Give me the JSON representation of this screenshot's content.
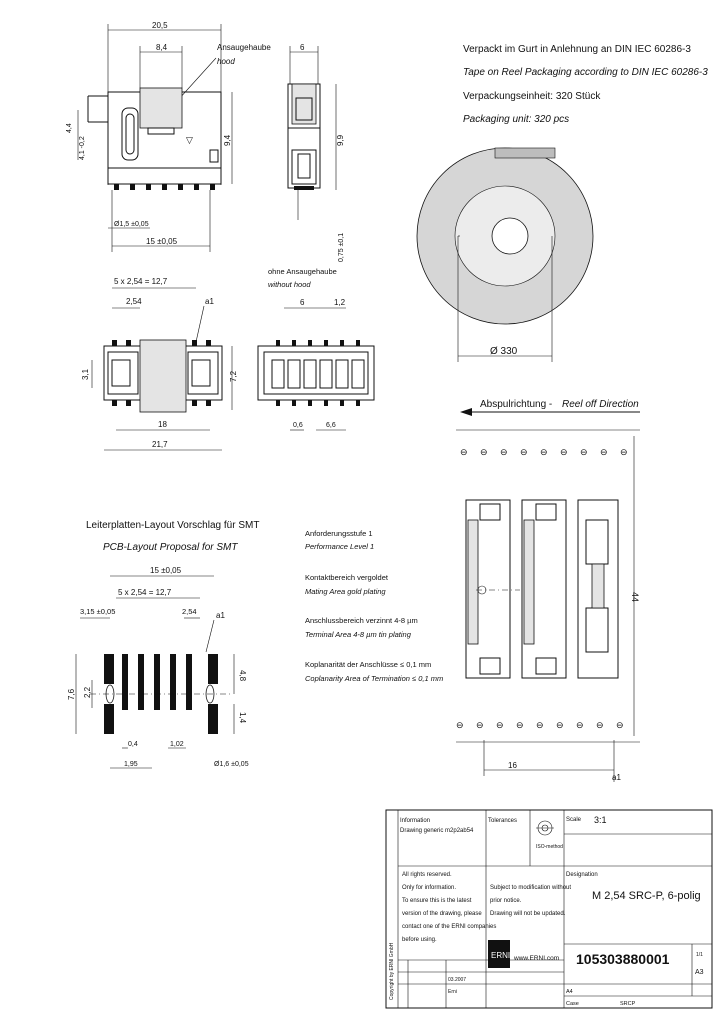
{
  "top_view": {
    "dims": {
      "w205": "20,5",
      "w84": "8,4",
      "h44": "4,4",
      "h41": "4,1 -0,2",
      "h94": "9,4",
      "d15": "Ø1,5 ±0,05",
      "w15": "15 ±0,05"
    },
    "hood_label_de": "Ansaugehaube",
    "hood_label_en": "hood"
  },
  "side_view": {
    "dims": {
      "w6": "6",
      "h99": "9,9",
      "d075": "0,75 ±0,1"
    }
  },
  "packaging": {
    "line1": "Verpackt im Gurt in Anlehnung an DIN IEC 60286-3",
    "line2": "Tape on Reel Packaging according to DIN IEC 60286-3",
    "line3": "Verpackungseinheit:  320 Stück",
    "line4": "Packaging unit:  320 pcs",
    "reel_dia": "Ø 330"
  },
  "front_view": {
    "dims": {
      "pitch": "5 x 2,54 = 12,7",
      "p254": "2,54",
      "a1": "a1",
      "h31": "3,1",
      "h72": "7,2",
      "w18": "18",
      "w217": "21,7"
    }
  },
  "nohood_view": {
    "label_de": "ohne Ansaugehaube",
    "label_en": "without hood",
    "dims": {
      "w6": "6",
      "w12": "1,2",
      "w06": "0,6",
      "w66": "6,6"
    }
  },
  "reel_direction": {
    "de": "Abspulrichtung -",
    "en": "Reel off Direction"
  },
  "tape": {
    "dims": {
      "h44": "44",
      "w16": "16",
      "a1": "a1"
    }
  },
  "pcb": {
    "title_de": "Leiterplatten-Layout Vorschlag für SMT",
    "title_en": "PCB-Layout Proposal for SMT",
    "dims": {
      "w15": "15 ±0,05",
      "pitch": "5 x 2,54 = 12,7",
      "w315": "3,15 ±0,05",
      "w254": "2,54",
      "a1": "a1",
      "h76": "7,6",
      "h22": "2,2",
      "h48": "4,8",
      "h14": "1,4",
      "w04": "0,4",
      "w102": "1,02",
      "w195": "1,95",
      "d16": "Ø1,6 ±0,05"
    }
  },
  "notes": [
    {
      "de": "Anforderungsstufe 1",
      "en": "Performance Level 1"
    },
    {
      "de": "Kontaktbereich vergoldet",
      "en": "Mating Area gold plating"
    },
    {
      "de": "Anschlussbereich verzinnt 4-8 µm",
      "en": "Terminal Area 4-8 µm tin plating"
    },
    {
      "de": "Koplanarität der Anschlüsse ≤ 0,1 mm",
      "en": "Coplanarity Area of Termination ≤ 0,1 mm"
    }
  ],
  "title_block": {
    "info1": "Information",
    "info2": "Drawing generic  m2p2ab54",
    "tolerances": "Tolerances",
    "scale_label": "Scale",
    "scale": "3:1",
    "projection": "ISO-method",
    "format": "A4",
    "rights": [
      "All rights reserved.",
      "Only for information.",
      "To ensure this is the latest",
      "version of the drawing, please",
      "contact one of the ERNI companies",
      "before using."
    ],
    "subject": [
      "Subject to modification without",
      "prior notice.",
      "Drawing will not be updated."
    ],
    "designation_label": "Designation",
    "designation": "M 2,54 SRC-P, 6-polig",
    "part_number": "105303880001",
    "brand": "ERNI",
    "website": "www.ERNI.com",
    "sheet": "1/1",
    "rev": "A3",
    "case_label": "Case",
    "case": "SRCP",
    "date": "03.2007",
    "creator": "Erni",
    "vertical_note": "Copyright by ERNI GmbH"
  }
}
